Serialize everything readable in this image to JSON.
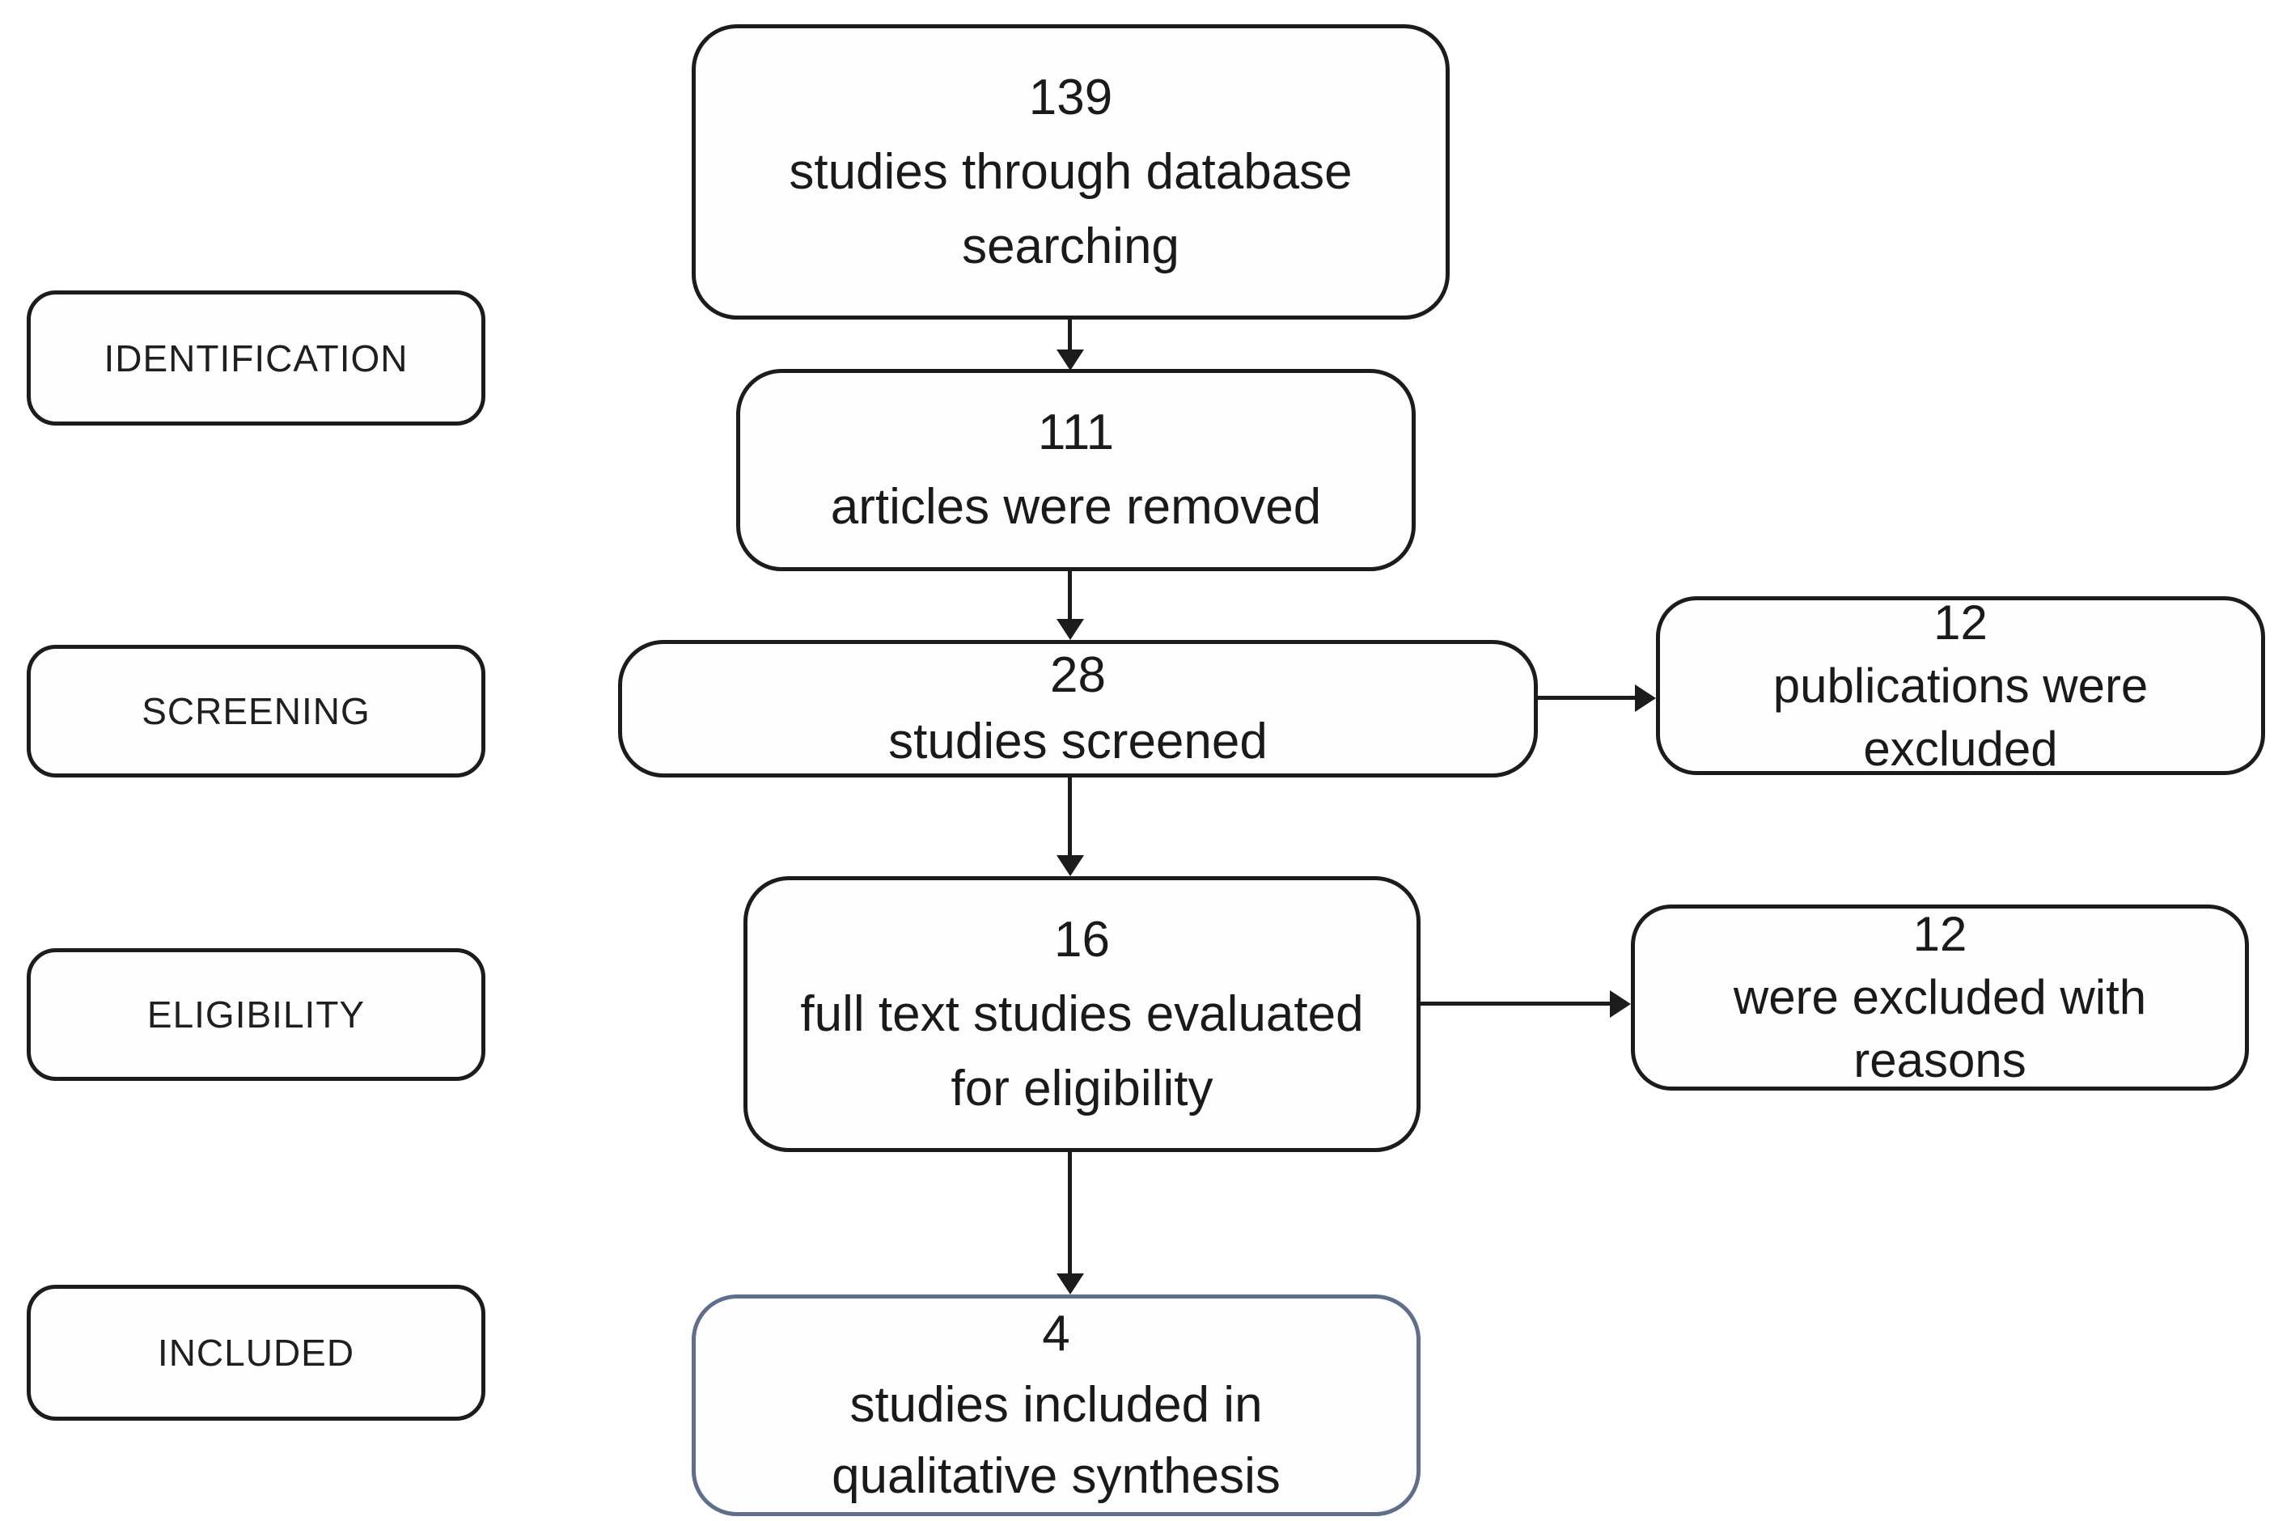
{
  "diagram": {
    "kind": "prisma-flow-diagram",
    "colors": {
      "box_border": "#1c1c1c",
      "included_box_border": "#5e6e8c",
      "text": "#1a1a1a",
      "background": "#ffffff"
    },
    "stages": [
      {
        "label": "IDENTIFICATION"
      },
      {
        "label": "SCREENING"
      },
      {
        "label": "ELIGIBILITY"
      },
      {
        "label": "INCLUDED"
      }
    ],
    "flow": [
      {
        "count": "139",
        "desc_lines": [
          "studies through database",
          "searching"
        ]
      },
      {
        "count": "111",
        "desc_lines": [
          "articles were removed"
        ]
      },
      {
        "count": "28",
        "desc_lines": [
          "studies screened"
        ]
      },
      {
        "count": "16",
        "desc_lines": [
          "full text studies evaluated",
          "for eligibility"
        ]
      },
      {
        "count": "4",
        "desc_lines": [
          "studies included in",
          "qualitative synthesis"
        ]
      }
    ],
    "exclusions": [
      {
        "count": "12",
        "desc_lines": [
          "publications were",
          "excluded"
        ]
      },
      {
        "count": "12",
        "desc_lines": [
          "were excluded with",
          "reasons"
        ]
      }
    ]
  }
}
